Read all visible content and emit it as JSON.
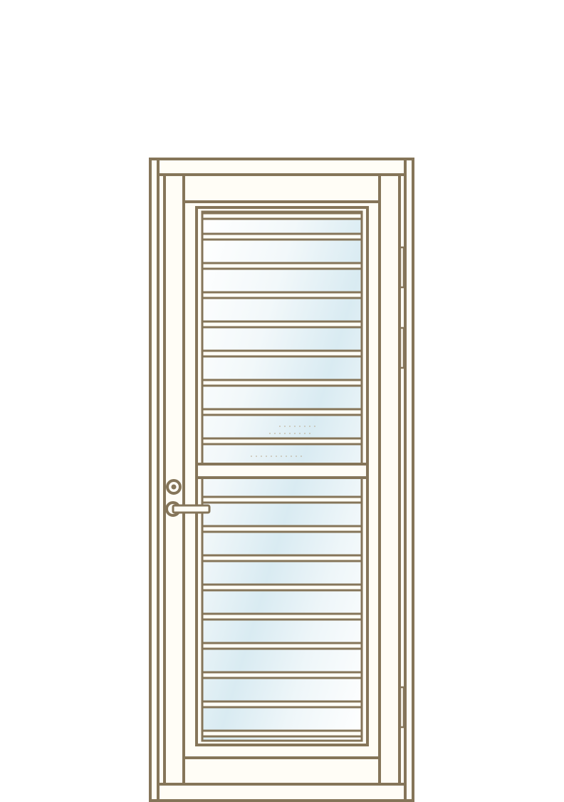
{
  "illustration": {
    "subject": "door-with-louvered-glass-panel",
    "colors": {
      "outline": "#857559",
      "frame_fill": "#fffdf6",
      "glass_light": "#f7fbfc",
      "glass_blue": "#d8ebf1",
      "background": "#ffffff"
    },
    "louver_count": 17,
    "hinge_count": 3,
    "hardware": [
      "lock-cylinder-icon",
      "lever-handle-icon"
    ]
  }
}
